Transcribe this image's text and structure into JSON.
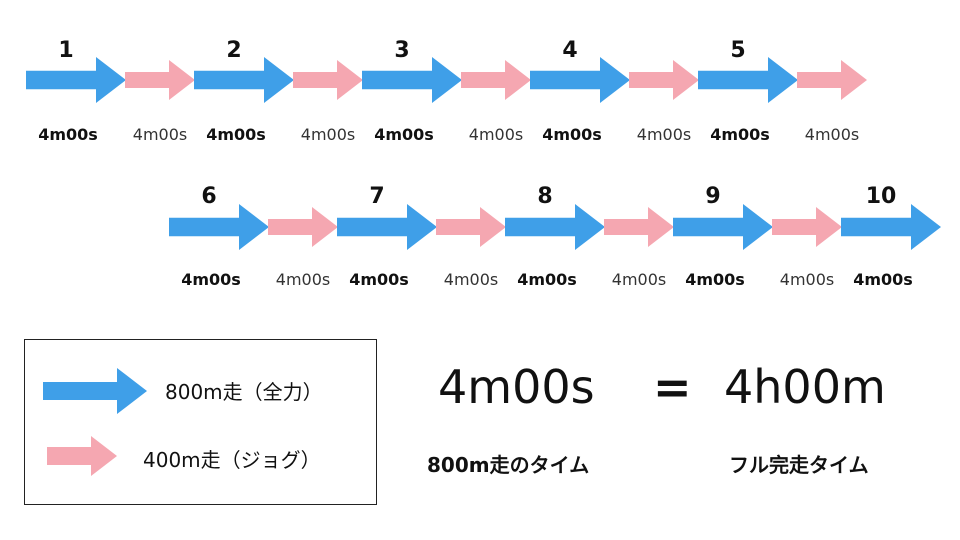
{
  "colors": {
    "run": "#3f9fe8",
    "jog": "#f5a7b1"
  },
  "rows": [
    {
      "row": 1,
      "laps": [
        {
          "number": "1",
          "run_time": "4m00s",
          "jog_time": "4m00s"
        },
        {
          "number": "2",
          "run_time": "4m00s",
          "jog_time": "4m00s"
        },
        {
          "number": "3",
          "run_time": "4m00s",
          "jog_time": "4m00s"
        },
        {
          "number": "4",
          "run_time": "4m00s",
          "jog_time": "4m00s"
        },
        {
          "number": "5",
          "run_time": "4m00s",
          "jog_time": "4m00s"
        }
      ]
    },
    {
      "row": 2,
      "laps": [
        {
          "number": "6",
          "run_time": "4m00s",
          "jog_time": "4m00s"
        },
        {
          "number": "7",
          "run_time": "4m00s",
          "jog_time": "4m00s"
        },
        {
          "number": "8",
          "run_time": "4m00s",
          "jog_time": "4m00s"
        },
        {
          "number": "9",
          "run_time": "4m00s",
          "jog_time": "4m00s"
        },
        {
          "number": "10",
          "run_time": "4m00s",
          "jog_time": ""
        }
      ]
    }
  ],
  "legend": {
    "run_label": "800m走（全力）",
    "jog_label": "400m走（ジョグ）"
  },
  "equation": {
    "left_value": "4m00s",
    "operator": "=",
    "right_value": "4h00m",
    "left_caption": "800m走のタイム",
    "right_caption": "フル完走タイム"
  }
}
